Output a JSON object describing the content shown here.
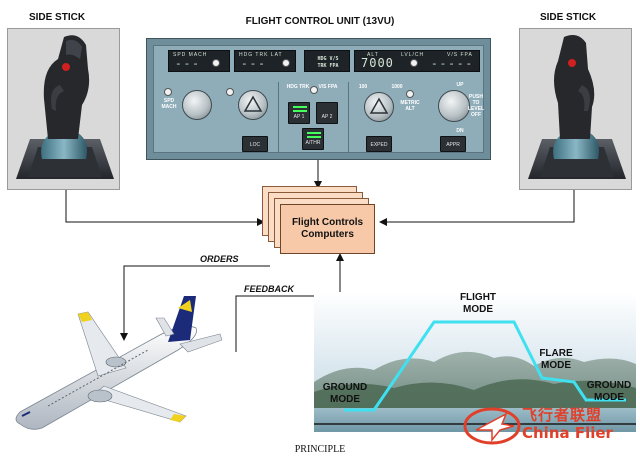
{
  "labels": {
    "side_stick_left": "SIDE STICK",
    "side_stick_right": "SIDE STICK",
    "fcu_title": "FLIGHT CONTROL UNIT (13VU)",
    "computers_line1": "Flight Controls",
    "computers_line2": "Computers",
    "orders": "ORDERS",
    "feedback": "FEEDBACK",
    "caption": "PRINCIPLE",
    "flight_mode_1": "FLIGHT",
    "flight_mode_2": "MODE",
    "flare_mode_1": "FLARE",
    "flare_mode_2": "MODE",
    "ground_mode_left_1": "GROUND",
    "ground_mode_left_2": "MODE",
    "ground_mode_right_1": "GROUND",
    "ground_mode_right_2": "MODE",
    "watermark_cn": "飞行者联盟",
    "watermark_en": "China Flier"
  },
  "fcu": {
    "spd_caption": "SPD MACH",
    "spd_value": "---",
    "hdg_caption": "HDG TRK LAT",
    "hdg_value": "---",
    "mode_line1": "HDG V/S",
    "mode_line2": "TRK FPA",
    "alt_caption": "ALT",
    "alt_value": "7000",
    "lvl_caption": "LVL/CH",
    "vs_caption": "V/S FPA",
    "vs_value": "-----",
    "spd_mach_btn": "SPD MACH",
    "hdg_trk_btn": "HDG TRK",
    "vs_fpa_btn": "V/S FPA",
    "ap1": "AP 1",
    "ap2": "AP 2",
    "athr": "A/THR",
    "loc": "LOC",
    "expd": "EXPED",
    "appr": "APPR",
    "metric_alt": "METRIC ALT",
    "alt_100": "100",
    "alt_1000": "1000",
    "up": "UP",
    "dn": "DN",
    "push_to_level_off": "PUSH TO LEVEL OFF"
  },
  "colors": {
    "fcu_panel": "#8fadb8",
    "mode_line": "#3fe0f0",
    "computers_box": "#f8c9a8",
    "ap_light": "#45ff5a"
  }
}
